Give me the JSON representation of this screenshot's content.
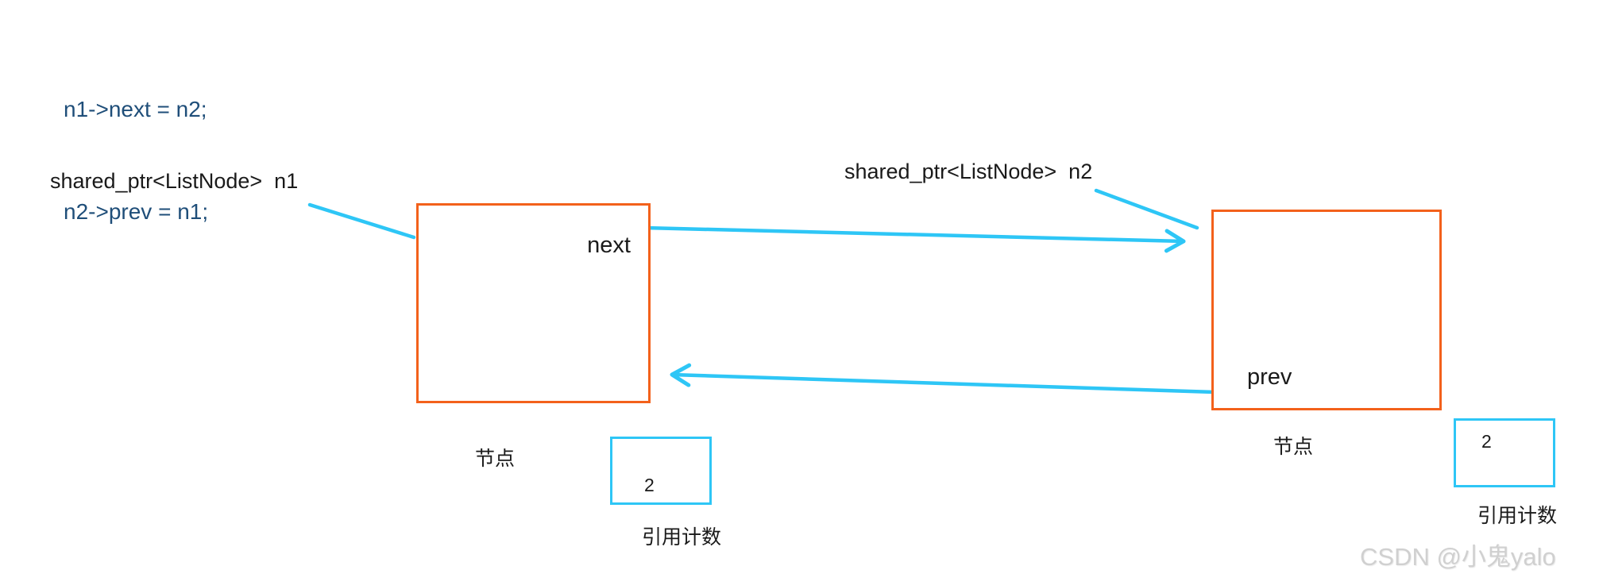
{
  "code": {
    "line1": "n1->next = n2;",
    "line2": "n2->prev = n1;"
  },
  "labels": {
    "n1_pointer": "shared_ptr<ListNode>  n1",
    "n2_pointer": "shared_ptr<ListNode>  n2"
  },
  "left_node": {
    "field_label": "next",
    "caption": "节点",
    "ref_count": "2",
    "ref_caption": "引用计数"
  },
  "right_node": {
    "field_label": "prev",
    "caption": "节点",
    "ref_count": "2",
    "ref_caption": "引用计数"
  },
  "watermark": "CSDN @小鬼yalo",
  "colors": {
    "node_border": "#F3611B",
    "arrow": "#2EC6F6",
    "code_text": "#1F4E79",
    "label_text": "#1A1A1A",
    "watermark_text": "#D0D0D0"
  }
}
